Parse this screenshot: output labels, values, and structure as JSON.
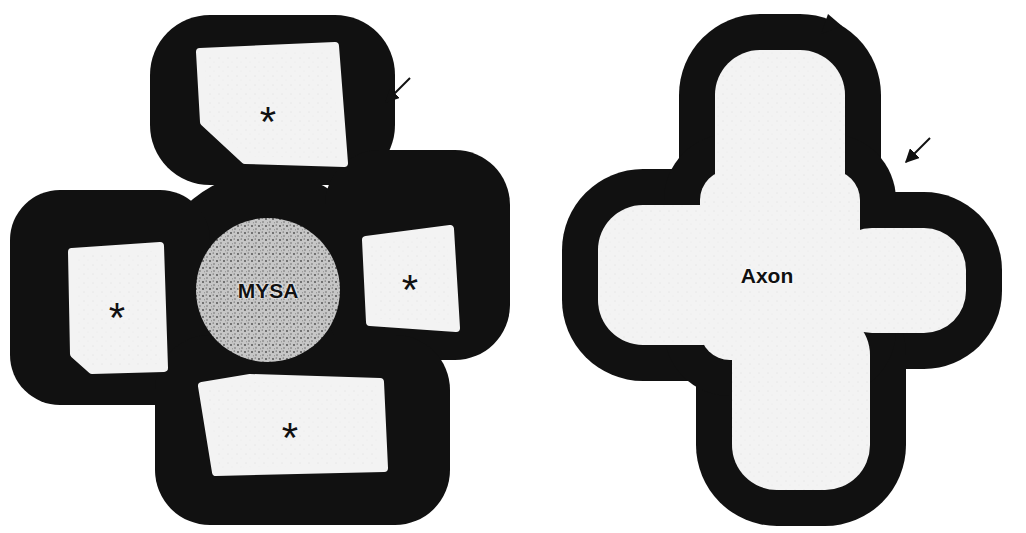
{
  "diagram": {
    "nodes": [
      {
        "text": [
          "MYSA"
        ]
      },
      {
        "text": [
          "Axon"
        ]
      }
    ],
    "labels": [
      "*",
      "*",
      "*",
      "*"
    ]
  }
}
